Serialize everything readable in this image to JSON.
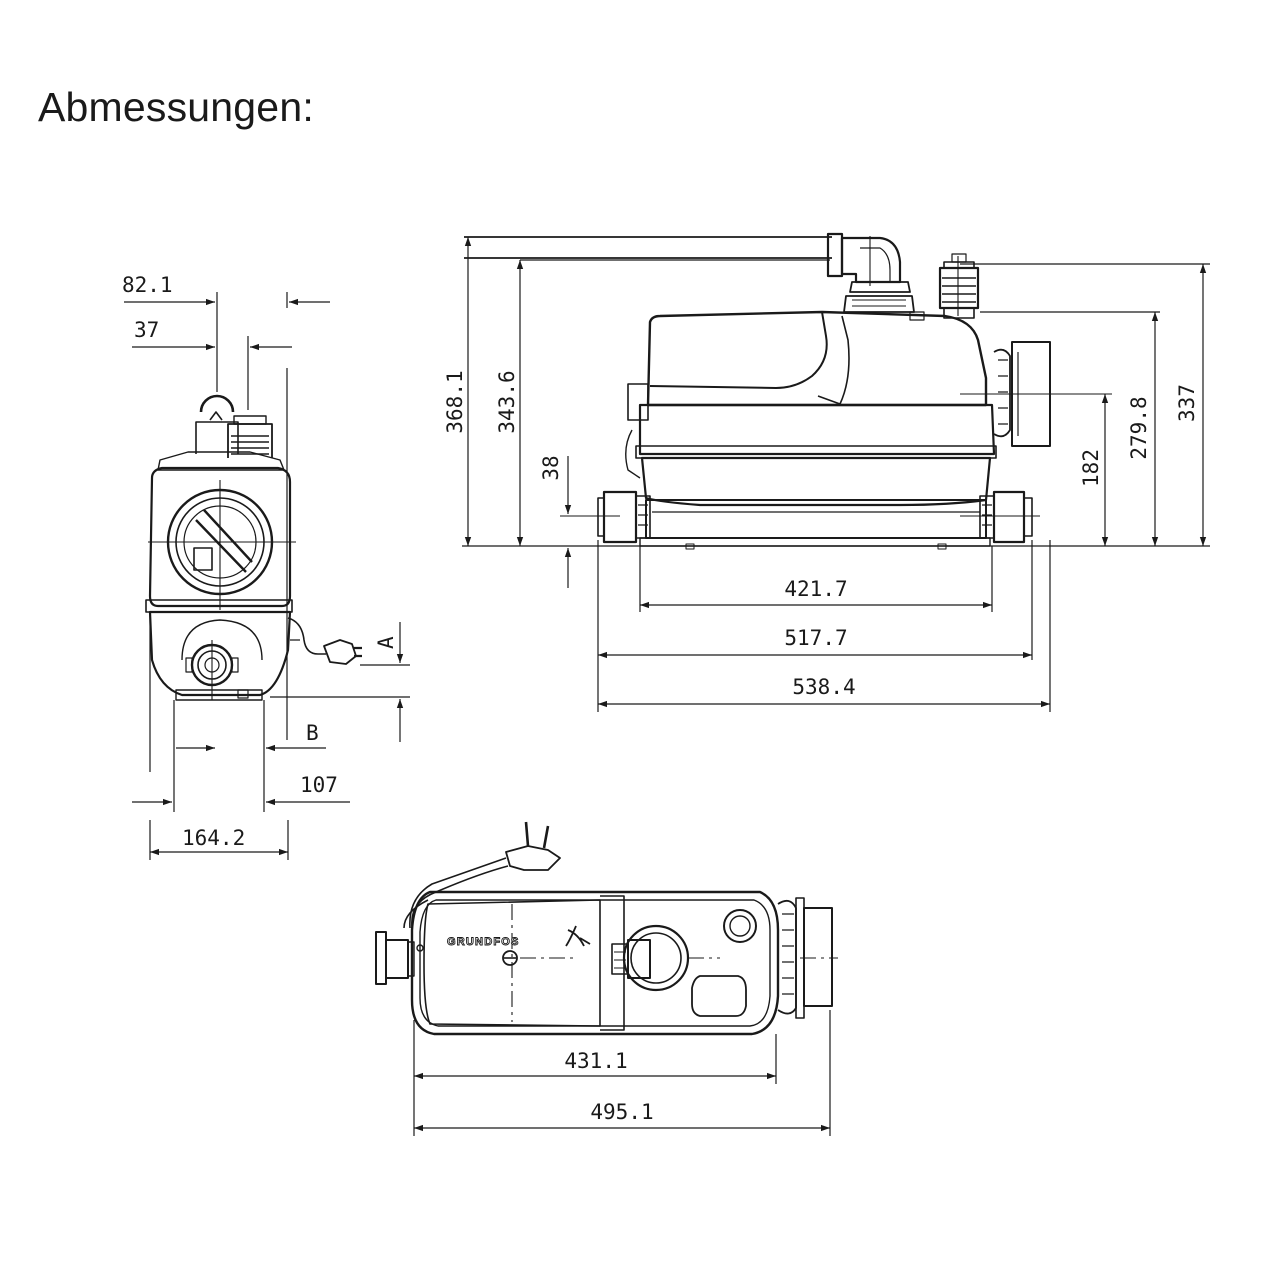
{
  "title": "Abmessungen:",
  "side_view": {
    "dims": {
      "d82_1": "82.1",
      "d37": "37",
      "dA": "A",
      "dB": "B",
      "d107": "107",
      "d164_2": "164.2"
    }
  },
  "front_view": {
    "dims": {
      "d368_1": "368.1",
      "d343_6": "343.6",
      "d38": "38",
      "d421_7": "421.7",
      "d517_7": "517.7",
      "d538_4": "538.4",
      "d182": "182",
      "d279_8": "279.8",
      "d337": "337"
    }
  },
  "top_view": {
    "brand": "GRUNDFOS",
    "dims": {
      "d431_1": "431.1",
      "d495_1": "495.1"
    }
  },
  "colors": {
    "line": "#1a1a1a",
    "fill": "#ffffff"
  }
}
